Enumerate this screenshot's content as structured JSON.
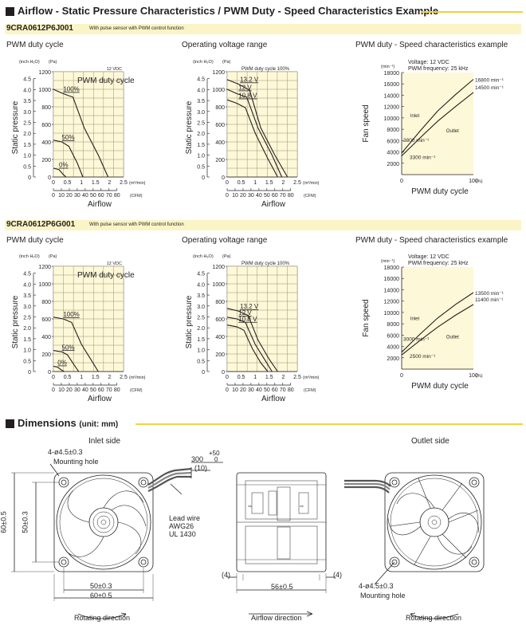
{
  "header1": {
    "title": "Airflow - Static Pressure Characteristics / PWM Duty - Speed Characteristics Example"
  },
  "models": [
    {
      "code": "9CRA0612P6J001",
      "desc": "With pulse sensor with PWM control function",
      "panels": {
        "duty": "PWM duty cycle",
        "voltage": "Operating voltage range",
        "speed": "PWM duty - Speed characteristics example"
      },
      "pq_duty": {
        "supply": "12 VDC",
        "legend": "PWM duty cycle",
        "curves": [
          {
            "label": "100%",
            "points": [
              [
                0,
                1000
              ],
              [
                0.35,
                950
              ],
              [
                0.7,
                910
              ],
              [
                1.1,
                560
              ],
              [
                1.6,
                250
              ],
              [
                1.95,
                0
              ]
            ]
          },
          {
            "label": "50%",
            "points": [
              [
                0,
                420
              ],
              [
                0.3,
                400
              ],
              [
                0.55,
                350
              ],
              [
                0.85,
                160
              ],
              [
                1.05,
                0
              ]
            ]
          },
          {
            "label": "0%",
            "points": [
              [
                0,
                100
              ],
              [
                0.2,
                85
              ],
              [
                0.35,
                30
              ],
              [
                0.45,
                0
              ]
            ]
          }
        ]
      },
      "pq_voltage": {
        "legend": "PWM duty cycle 100%",
        "curves": [
          {
            "label": "13.2 V",
            "points": [
              [
                0,
                1110
              ],
              [
                0.4,
                1060
              ],
              [
                0.8,
                990
              ],
              [
                1.2,
                560
              ],
              [
                1.7,
                250
              ],
              [
                2.15,
                0
              ]
            ]
          },
          {
            "label": "12 V",
            "points": [
              [
                0,
                1000
              ],
              [
                0.35,
                950
              ],
              [
                0.7,
                910
              ],
              [
                1.1,
                560
              ],
              [
                1.6,
                250
              ],
              [
                1.95,
                0
              ]
            ]
          },
          {
            "label": "10.8 V",
            "points": [
              [
                0,
                880
              ],
              [
                0.35,
                840
              ],
              [
                0.65,
                790
              ],
              [
                1.0,
                500
              ],
              [
                1.45,
                210
              ],
              [
                1.8,
                0
              ]
            ]
          }
        ]
      },
      "speed": {
        "info1": "Voltage: 12 VDC",
        "info2": "PWM frequency: 25 kHz",
        "inlet_label": "Inlet",
        "outlet_label": "Outlet",
        "inlet_start": "3800 min⁻¹",
        "outlet_start": "3300 min⁻¹",
        "inlet_end": "16800 min⁻¹",
        "outlet_end": "14500 min⁻¹",
        "inlet": [
          [
            0,
            3800
          ],
          [
            25,
            7600
          ],
          [
            50,
            11200
          ],
          [
            75,
            14100
          ],
          [
            100,
            16800
          ]
        ],
        "outlet": [
          [
            0,
            3300
          ],
          [
            25,
            6400
          ],
          [
            50,
            9400
          ],
          [
            75,
            12000
          ],
          [
            100,
            14500
          ]
        ],
        "yticks": [
          "2000",
          "4000",
          "6000",
          "8000",
          "10000",
          "12000",
          "14000",
          "16000",
          "18000"
        ]
      }
    },
    {
      "code": "9CRA0612P6G001",
      "desc": "With pulse sensor with PWM control function",
      "panels": {
        "duty": "PWM duty cycle",
        "voltage": "Operating voltage range",
        "speed": "PWM duty - Speed characteristics example"
      },
      "pq_duty": {
        "supply": "12 VDC",
        "legend": "PWM duty cycle",
        "curves": [
          {
            "label": "100%",
            "points": [
              [
                0,
                620
              ],
              [
                0.35,
                600
              ],
              [
                0.65,
                560
              ],
              [
                1.0,
                310
              ],
              [
                1.35,
                130
              ],
              [
                1.6,
                0
              ]
            ]
          },
          {
            "label": "50%",
            "points": [
              [
                0,
                240
              ],
              [
                0.3,
                225
              ],
              [
                0.5,
                190
              ],
              [
                0.75,
                70
              ],
              [
                0.9,
                0
              ]
            ]
          },
          {
            "label": "0%",
            "points": [
              [
                0,
                60
              ],
              [
                0.15,
                50
              ],
              [
                0.3,
                15
              ],
              [
                0.38,
                0
              ]
            ]
          }
        ]
      },
      "pq_voltage": {
        "legend": "PWM duty cycle 100%",
        "curves": [
          {
            "label": "13.2 V",
            "points": [
              [
                0,
                720
              ],
              [
                0.4,
                690
              ],
              [
                0.75,
                640
              ],
              [
                1.1,
                360
              ],
              [
                1.5,
                140
              ],
              [
                1.8,
                0
              ]
            ]
          },
          {
            "label": "12 V",
            "points": [
              [
                0,
                620
              ],
              [
                0.35,
                600
              ],
              [
                0.65,
                560
              ],
              [
                1.0,
                310
              ],
              [
                1.35,
                130
              ],
              [
                1.6,
                0
              ]
            ]
          },
          {
            "label": "10.8 V",
            "points": [
              [
                0,
                530
              ],
              [
                0.35,
                510
              ],
              [
                0.6,
                470
              ],
              [
                0.9,
                260
              ],
              [
                1.2,
                100
              ],
              [
                1.45,
                0
              ]
            ]
          }
        ]
      },
      "speed": {
        "info1": "Voltage: 12 VDC",
        "info2": "PWM frequency: 25 kHz",
        "inlet_label": "Inlet",
        "outlet_label": "Outlet",
        "inlet_start": "3000 min⁻¹",
        "outlet_start": "2500 min⁻¹",
        "inlet_end": "13500 min⁻¹",
        "outlet_end": "11400 min⁻¹",
        "inlet": [
          [
            0,
            3000
          ],
          [
            25,
            6100
          ],
          [
            50,
            9000
          ],
          [
            75,
            11400
          ],
          [
            100,
            13500
          ]
        ],
        "outlet": [
          [
            0,
            2500
          ],
          [
            25,
            5000
          ],
          [
            50,
            7400
          ],
          [
            75,
            9500
          ],
          [
            100,
            11400
          ]
        ],
        "yticks": [
          "2000",
          "4000",
          "6000",
          "8000",
          "10000",
          "12000",
          "14000",
          "16000",
          "18000"
        ]
      }
    }
  ],
  "pq_axes": {
    "y_inch_label": "(inch H₂O)",
    "y_pa_label": "(Pa)",
    "y_title": "Static pressure",
    "inch_ticks": [
      "0",
      "0.5",
      "1.0",
      "1.5",
      "2.0",
      "2.5",
      "3.0",
      "3.5",
      "4.0",
      "4.5"
    ],
    "pa_ticks": [
      "0",
      "200",
      "400",
      "600",
      "800",
      "1000",
      "1200"
    ],
    "x_m3_ticks": [
      "0",
      "0.5",
      "1",
      "1.5",
      "2",
      "2.5"
    ],
    "x_m3_unit": "(m³/min)",
    "x_cfm_ticks": [
      "0",
      "10",
      "20",
      "30",
      "40",
      "50",
      "60",
      "70",
      "80"
    ],
    "x_cfm_unit": "(CFM)",
    "x_title": "Airflow"
  },
  "speed_axes": {
    "y_unit": "(min⁻¹)",
    "y_title": "Fan speed",
    "x_ticks": [
      "0",
      "100"
    ],
    "x_unit": "(%)",
    "x_title": "PWM duty cycle"
  },
  "chart_data": [
    {
      "type": "line",
      "title": "PWM duty cycle",
      "subtitle": "9CRA0612P6J001 · 12 VDC",
      "xlabel": "Airflow",
      "ylabel": "Static pressure",
      "x_unit": "m³/min",
      "y_unit": "Pa",
      "xlim": [
        0,
        2.5
      ],
      "ylim": [
        0,
        1200
      ],
      "series": [
        {
          "name": "100%",
          "x": [
            0,
            0.35,
            0.7,
            1.1,
            1.6,
            1.95
          ],
          "y": [
            1000,
            950,
            910,
            560,
            250,
            0
          ]
        },
        {
          "name": "50%",
          "x": [
            0,
            0.3,
            0.55,
            0.85,
            1.05
          ],
          "y": [
            420,
            400,
            350,
            160,
            0
          ]
        },
        {
          "name": "0%",
          "x": [
            0,
            0.2,
            0.35,
            0.45
          ],
          "y": [
            100,
            85,
            30,
            0
          ]
        }
      ]
    },
    {
      "type": "line",
      "title": "Operating voltage range",
      "subtitle": "9CRA0612P6J001 · PWM duty cycle 100%",
      "xlabel": "Airflow",
      "ylabel": "Static pressure",
      "x_unit": "m³/min",
      "y_unit": "Pa",
      "xlim": [
        0,
        2.5
      ],
      "ylim": [
        0,
        1200
      ],
      "series": [
        {
          "name": "13.2 V",
          "x": [
            0,
            0.4,
            0.8,
            1.2,
            1.7,
            2.15
          ],
          "y": [
            1110,
            1060,
            990,
            560,
            250,
            0
          ]
        },
        {
          "name": "12 V",
          "x": [
            0,
            0.35,
            0.7,
            1.1,
            1.6,
            1.95
          ],
          "y": [
            1000,
            950,
            910,
            560,
            250,
            0
          ]
        },
        {
          "name": "10.8 V",
          "x": [
            0,
            0.35,
            0.65,
            1.0,
            1.45,
            1.8
          ],
          "y": [
            880,
            840,
            790,
            500,
            210,
            0
          ]
        }
      ]
    },
    {
      "type": "line",
      "title": "PWM duty - Speed characteristics example",
      "subtitle": "9CRA0612P6J001",
      "xlabel": "PWM duty cycle",
      "ylabel": "Fan speed",
      "x_unit": "%",
      "y_unit": "min⁻¹",
      "xlim": [
        0,
        100
      ],
      "ylim": [
        0,
        18000
      ],
      "series": [
        {
          "name": "Inlet",
          "x": [
            0,
            25,
            50,
            75,
            100
          ],
          "y": [
            3800,
            7600,
            11200,
            14100,
            16800
          ]
        },
        {
          "name": "Outlet",
          "x": [
            0,
            25,
            50,
            75,
            100
          ],
          "y": [
            3300,
            6400,
            9400,
            12000,
            14500
          ]
        }
      ]
    },
    {
      "type": "line",
      "title": "PWM duty cycle",
      "subtitle": "9CRA0612P6G001 · 12 VDC",
      "xlabel": "Airflow",
      "ylabel": "Static pressure",
      "x_unit": "m³/min",
      "y_unit": "Pa",
      "xlim": [
        0,
        2.5
      ],
      "ylim": [
        0,
        1200
      ],
      "series": [
        {
          "name": "100%",
          "x": [
            0,
            0.35,
            0.65,
            1.0,
            1.35,
            1.6
          ],
          "y": [
            620,
            600,
            560,
            310,
            130,
            0
          ]
        },
        {
          "name": "50%",
          "x": [
            0,
            0.3,
            0.5,
            0.75,
            0.9
          ],
          "y": [
            240,
            225,
            190,
            70,
            0
          ]
        },
        {
          "name": "0%",
          "x": [
            0,
            0.15,
            0.3,
            0.38
          ],
          "y": [
            60,
            50,
            15,
            0
          ]
        }
      ]
    },
    {
      "type": "line",
      "title": "Operating voltage range",
      "subtitle": "9CRA0612P6G001 · PWM duty cycle 100%",
      "xlabel": "Airflow",
      "ylabel": "Static pressure",
      "x_unit": "m³/min",
      "y_unit": "Pa",
      "xlim": [
        0,
        2.5
      ],
      "ylim": [
        0,
        1200
      ],
      "series": [
        {
          "name": "13.2 V",
          "x": [
            0,
            0.4,
            0.75,
            1.1,
            1.5,
            1.8
          ],
          "y": [
            720,
            690,
            640,
            360,
            140,
            0
          ]
        },
        {
          "name": "12 V",
          "x": [
            0,
            0.35,
            0.65,
            1.0,
            1.35,
            1.6
          ],
          "y": [
            620,
            600,
            560,
            310,
            130,
            0
          ]
        },
        {
          "name": "10.8 V",
          "x": [
            0,
            0.35,
            0.6,
            0.9,
            1.2,
            1.45
          ],
          "y": [
            530,
            510,
            470,
            260,
            100,
            0
          ]
        }
      ]
    },
    {
      "type": "line",
      "title": "PWM duty - Speed characteristics example",
      "subtitle": "9CRA0612P6G001",
      "xlabel": "PWM duty cycle",
      "ylabel": "Fan speed",
      "x_unit": "%",
      "y_unit": "min⁻¹",
      "xlim": [
        0,
        100
      ],
      "ylim": [
        0,
        18000
      ],
      "series": [
        {
          "name": "Inlet",
          "x": [
            0,
            25,
            50,
            75,
            100
          ],
          "y": [
            3000,
            6100,
            9000,
            11400,
            13500
          ]
        },
        {
          "name": "Outlet",
          "x": [
            0,
            25,
            50,
            75,
            100
          ],
          "y": [
            2500,
            5000,
            7400,
            9500,
            11400
          ]
        }
      ]
    }
  ],
  "dimensions": {
    "title": "Dimensions",
    "unit": "(unit: mm)",
    "inlet_side": "Inlet side",
    "outlet_side": "Outlet side",
    "mounting_hole_spec": "4-ø4.5±0.3",
    "mounting_hole": "Mounting hole",
    "lead_wire": "Lead wire",
    "awg": "AWG26",
    "ul": "UL 1430",
    "wire_len": "300",
    "tol_plus": "+50",
    "tol_zero": "0",
    "strip": "(10)",
    "dim_60": "60±0.5",
    "dim_50": "50±0.3",
    "dim_56": "56±0.5",
    "dim_4": "(4)",
    "rotating": "Rotating direction",
    "airflow_dir": "Airflow direction"
  }
}
